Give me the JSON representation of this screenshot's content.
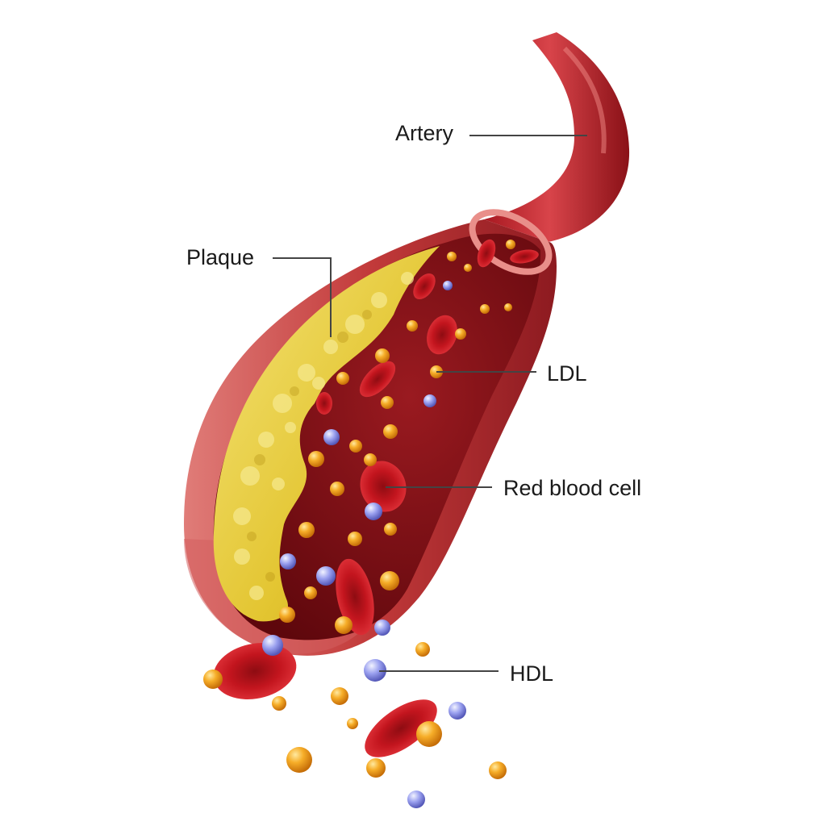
{
  "labels": {
    "artery": "Artery",
    "plaque": "Plaque",
    "ldl": "LDL",
    "red_blood_cell": "Red blood cell",
    "hdl": "HDL"
  },
  "colors": {
    "artery_wall": "#b9232a",
    "artery_lumen": "#7e1016",
    "plaque": "#e8cf3e",
    "red_blood_cell": "#c8141c",
    "ldl_particle": "#f2a21b",
    "hdl_particle": "#8f93e6",
    "leader_line": "#444444"
  },
  "icons": [
    "artery-vessel",
    "plaque-deposit",
    "red-blood-cell",
    "ldl-particle",
    "hdl-particle"
  ]
}
